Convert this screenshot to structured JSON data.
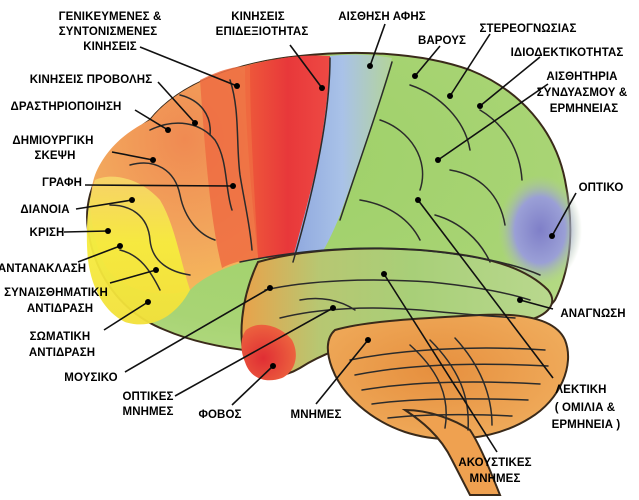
{
  "diagram": {
    "labels": {
      "gen_kin_1": "ΓΕΝΙΚΕΥΜΕΝΕΣ &",
      "gen_kin_2": "ΣΥΝΤΟΝΙΣΜΕΝΕΣ",
      "gen_kin_3": "ΚΙΝΗΣΕΙΣ",
      "kin_epid_1": "ΚΙΝΗΣΕΙΣ",
      "kin_epid_2": "ΕΠΙΔΕΞΙΟΤΗΤΑΣ",
      "aisthisi_afis": "ΑΙΣΘΗΣΗ ΑΦΗΣ",
      "varous": "ΒΑΡΟΥΣ",
      "stereognosias": "ΣΤΕΡΕΟΓΝΩΣΙΑΣ",
      "idiodektikotitas": "ΙΔΙΟΔΕΚΤΙΚΟΤΗΤΑΣ",
      "aisth_kentra_1": "ΑΙΣΘΗΤΗΡΙΑ",
      "aisth_kentra_2": "ΣΥΝΔΥΑΣΜΟΥ &",
      "aisth_kentra_3": "ΕΡΜΗΝΕΙΑΣ",
      "kinisis_provolis": "ΚΙΝΗΣΕΙΣ ΠΡΟΒΟΛΗΣ",
      "drastiriopoiisi": "ΔΡΑΣΤΗΡΙΟΠΟΙΗΣΗ",
      "dimiourgiki_1": "ΔΗΜΙΟΥΡΓΙΚΗ",
      "dimiourgiki_2": "ΣΚΕΨΗ",
      "grafi": "ΓΡΑΦΗ",
      "dianoia": "ΔΙΑΝΟΙΑ",
      "krisi": "ΚΡΙΣΗ",
      "antanaklasi": "ΑΝΤΑΝΑΚΛΑΣΗ",
      "synaisth_1": "ΣΥΝΑΙΣΘΗΜΑΤΙΚΗ",
      "synaisth_2": "ΑΝΤΙΔΡΑΣΗ",
      "somatiki_1": "ΣΩΜΑΤΙΚΗ",
      "somatiki_2": "ΑΝΤΙΔΡΑΣΗ",
      "mousiko": "ΜΟΥΣΙΚΟ",
      "optikes_1": "ΟΠΤΙΚΕΣ",
      "optikes_2": "ΜΝΗΜΕΣ",
      "fovos": "ΦΟΒΟΣ",
      "mnimes": "ΜΝΗΜΕΣ",
      "optiko": "ΟΠΤΙΚΟ",
      "anagnosi": "ΑΝΑΓΝΩΣΗ",
      "lektiki_1": "ΛΕΚΤΙΚΗ",
      "lektiki_2": "( ΟΜΙΛΙΑ &",
      "lektiki_3": "ΕΡΜΗΝΕΙΑ )",
      "akoustikes_1": "ΑΚΟΥΣΤΙΚΕΣ",
      "akoustikes_2": "ΜΝΗΜΕΣ"
    },
    "region_colors": {
      "frontal_orange": "#f0a75a",
      "prefrontal_yellow": "#f6ea3a",
      "motor_red": "#e8403a",
      "premotor_red": "#f06a3c",
      "sensory_blue": "#a6bfe6",
      "parietal_green": "#a3d36a",
      "occipital_purple": "#8d8fcf",
      "temporal_green": "#a9cf7a",
      "cerebellum_orange": "#efa150",
      "amygdala_red": "#e8463c",
      "outline": "#3a2a1a"
    }
  }
}
